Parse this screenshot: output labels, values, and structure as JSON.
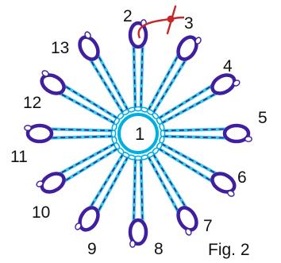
{
  "diagram": {
    "center_label": "1",
    "petal_labels": [
      "2",
      "3",
      "4",
      "5",
      "6",
      "7",
      "8",
      "9",
      "10",
      "11",
      "12",
      "13"
    ],
    "caption": "Fig. 2"
  },
  "colors": {
    "ring_stroke": "#00aee0",
    "thread_light": "#3ac9ea",
    "thread_dark": "#2a2a8a",
    "ring_fill_dark": "#3f1fa0",
    "picot_stroke": "#3f1fa0",
    "needle": "#c62828",
    "text": "#111111"
  }
}
